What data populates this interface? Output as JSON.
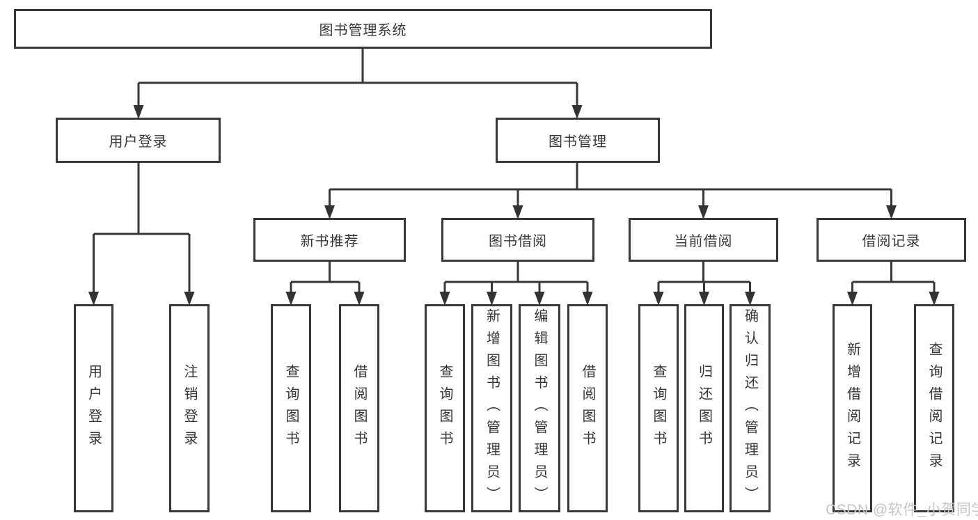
{
  "diagram": {
    "root": "图书管理系统",
    "level1": {
      "login": "用户登录",
      "management": "图书管理"
    },
    "level2": {
      "recommend": "新书推荐",
      "borrow": "图书借阅",
      "current": "当前借阅",
      "records": "借阅记录"
    },
    "leaves": {
      "login": [
        "用户登录",
        "注销登录"
      ],
      "recommend": [
        "查询图书",
        "借阅图书"
      ],
      "borrow": [
        "查询图书",
        "新增图书（管理员）",
        "编辑图书（管理员）",
        "借阅图书"
      ],
      "current": [
        "查询图书",
        "归还图书",
        "确认归还（管理员）"
      ],
      "records": [
        "新增借阅记录",
        "查询借阅记录"
      ]
    }
  },
  "watermark": "CSDN @软件_小贺同学",
  "colors": {
    "line": "#373737",
    "text": "#363636",
    "background": "#ffffff",
    "watermark": "#c5c5c5"
  }
}
